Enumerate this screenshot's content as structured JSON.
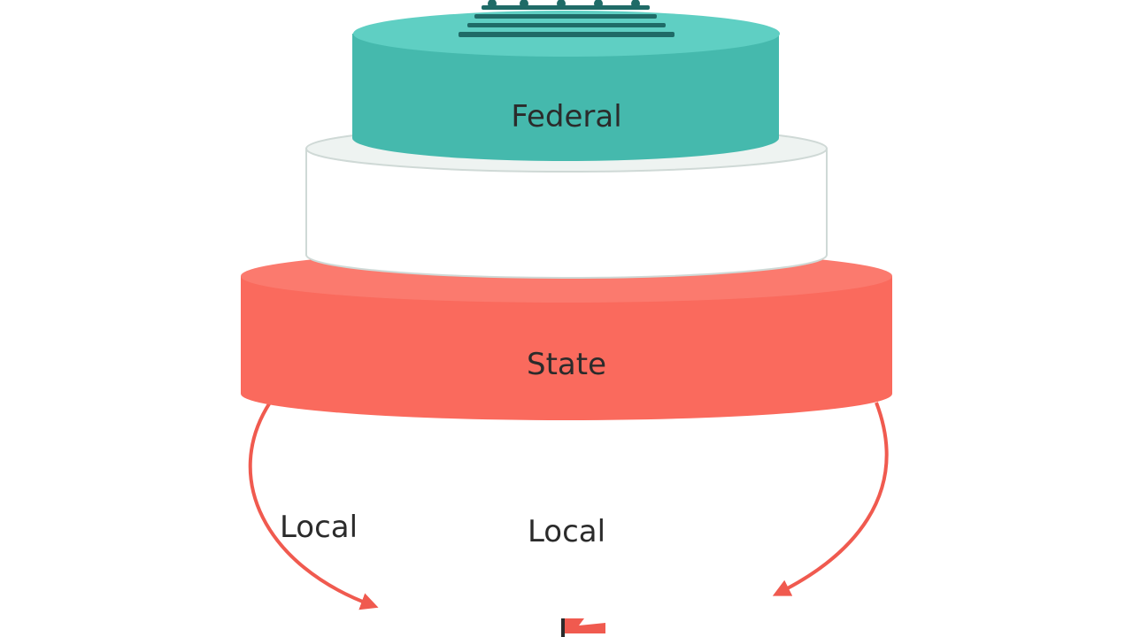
{
  "diagram": {
    "tiers": [
      {
        "id": "federal",
        "label": "Federal",
        "color": "#52c6ba",
        "side_color": "#45b9ad",
        "top_color": "#5fcfc3"
      },
      {
        "id": "middle",
        "label": "",
        "color": "#ffffff",
        "side_color": "#ffffff",
        "top_color": "#eef3f1"
      },
      {
        "id": "state",
        "label": "State",
        "color": "#fb695c",
        "side_color": "#fa6a5d",
        "top_color": "#fb7a6e"
      }
    ],
    "local_labels": [
      "Local",
      "Local"
    ],
    "arrow_color": "#f05a4f",
    "top_icon": "capitol-steps-icon",
    "bottom_icon": "flag-icon"
  }
}
